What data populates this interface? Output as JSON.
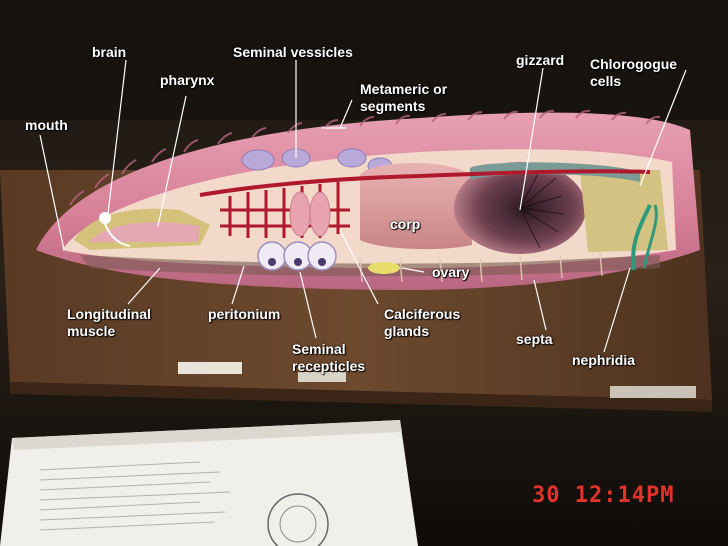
{
  "labels": {
    "brain": "brain",
    "seminal_vessicles": "Seminal vessicles",
    "gizzard": "gizzard",
    "chlorogogue_cells": "Chlorogogue\ncells",
    "pharynx": "pharynx",
    "metameric": "Metameric or\nsegments",
    "mouth": "mouth",
    "corp": "corp",
    "ovary": "ovary",
    "longitudinal_muscle": "Longitudinal\nmuscle",
    "peritonium": "peritonium",
    "calciferous_glands": "Calciferous\nglands",
    "septa": "septa",
    "seminal_recepticles": "Seminal\nrecepticles",
    "nephridia": "nephridia"
  },
  "timestamp": "30 12:14PM",
  "colors": {
    "label_text": "#ffffff",
    "leader_line": "#ffffff",
    "timestamp": "#e0342a",
    "body_wall": "#d9849b",
    "blood_vessel": "#b0182c"
  }
}
